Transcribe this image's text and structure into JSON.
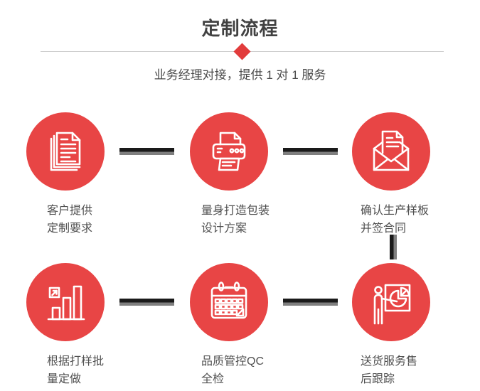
{
  "header": {
    "title": "定制流程",
    "subtitle": "业务经理对接，提供 1 对 1 服务"
  },
  "colors": {
    "accent_red": "#e84545",
    "diamond_red": "#e23c3c",
    "title_gray": "#414141",
    "subtitle_gray": "#4a4a4a",
    "label_gray": "#4f4f4f",
    "connector_black": "#1a1a1a",
    "connector_gray": "#7f7f7f",
    "divider_gray": "#cccccc"
  },
  "steps": [
    {
      "icon": "documents-icon",
      "label_line1": "客户提供",
      "label_line2": "定制要求"
    },
    {
      "icon": "printer-icon",
      "label_line1": "量身打造包装",
      "label_line2": "设计方案"
    },
    {
      "icon": "envelope-icon",
      "label_line1": "确认生产样板",
      "label_line2": "并签合同"
    },
    {
      "icon": "bar-chart-icon",
      "label_line1": "根据打样批",
      "label_line2": "量定做"
    },
    {
      "icon": "calendar-icon",
      "label_line1": "品质管控QC",
      "label_line2": "全检"
    },
    {
      "icon": "presentation-icon",
      "label_line1": "送货服务售",
      "label_line2": "后跟踪"
    }
  ]
}
